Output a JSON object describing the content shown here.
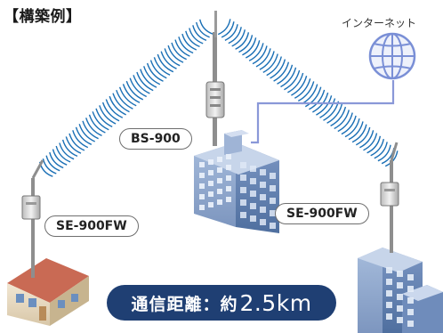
{
  "title": "【構築例】",
  "internet_label": "インターネット",
  "base_station_label": "BS-900",
  "client_left_label": "SE-900FW",
  "client_right_label": "SE-900FW",
  "distance": {
    "label": "通信距離：約",
    "value": "2.5km"
  },
  "icons": {
    "internet": "globe-icon",
    "base_station": "antenna-tower-icon",
    "client_left": "antenna-icon",
    "client_right": "antenna-icon"
  },
  "colors": {
    "radio_wave": "#1a6fb5",
    "internet_globe": "#7a8fd6",
    "network_line": "#8a98d8",
    "building_blue": "#6a86b4",
    "house_roof": "#c96a54",
    "distance_badge": "#1f3f73"
  }
}
